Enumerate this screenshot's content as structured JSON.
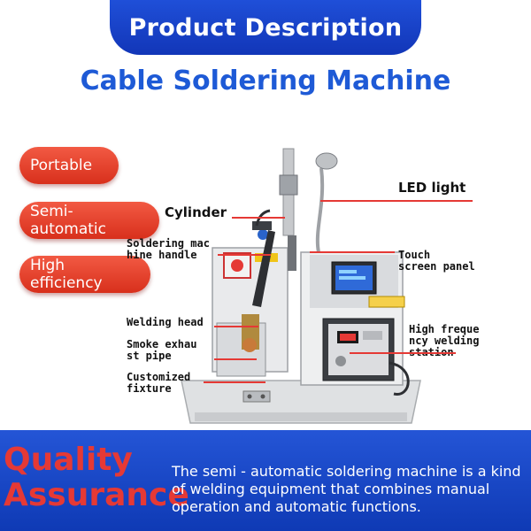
{
  "header": {
    "banner": "Product Description",
    "title": "Cable Soldering Machine"
  },
  "features": [
    "Portable",
    "Semi-automatic",
    "High efficiency"
  ],
  "callouts": {
    "cylinder": "Cylinder",
    "led_light": "LED light",
    "handle": "Soldering mac\nhine handle",
    "touch_screen": "Touch\nscreen panel",
    "welding_head": "Welding head",
    "smoke_pipe": "Smoke exhau\nst pipe",
    "hf_station": "High freque\nncy welding\nstation",
    "fixture": "Customized\nfixture"
  },
  "footer": {
    "quality": "Quality\nAssurance",
    "description": "The semi - automatic soldering machine is a kind of welding equipment that combines manual operation and automatic functions."
  },
  "colors": {
    "banner": "#1f4fd8",
    "title": "#1e5ad6",
    "pill": "#e3412a",
    "callout_line": "#e53935",
    "footer": "#1a48c8",
    "quality_text": "#e53935"
  }
}
